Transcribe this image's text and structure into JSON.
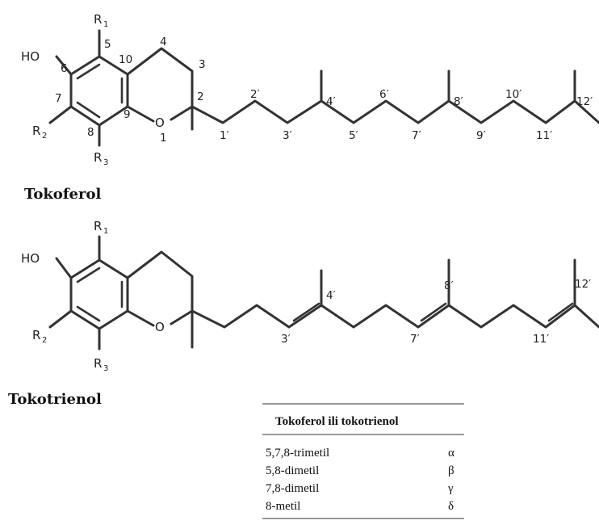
{
  "structure1": {
    "caption": "Tokoferol",
    "oh": "HO",
    "o": "O",
    "r": "R",
    "r_subs": [
      "1",
      "2",
      "3"
    ],
    "ring_numbers": [
      "1",
      "2",
      "3",
      "4",
      "5",
      "6",
      "7",
      "8",
      "9",
      "10"
    ],
    "chain_numbers": [
      "1′",
      "2′",
      "3′",
      "4′",
      "5′",
      "6′",
      "7′",
      "8′",
      "9′",
      "10′",
      "11′",
      "12′"
    ]
  },
  "structure2": {
    "caption": "Tokotrienol",
    "oh": "HO",
    "o": "O",
    "r": "R",
    "r_subs": [
      "1",
      "2",
      "3"
    ],
    "chain_numbers": [
      "3′",
      "4′",
      "7′",
      "8′",
      "11′",
      "12′"
    ]
  },
  "table": {
    "header": "Tokoferol ili tokotrienol",
    "rows": [
      {
        "substitution": "5,7,8-trimetil",
        "greek": "α"
      },
      {
        "substitution": "5,8-dimetil",
        "greek": "β"
      },
      {
        "substitution": "7,8-dimetil",
        "greek": "γ"
      },
      {
        "substitution": "8-metil",
        "greek": "δ"
      }
    ]
  }
}
